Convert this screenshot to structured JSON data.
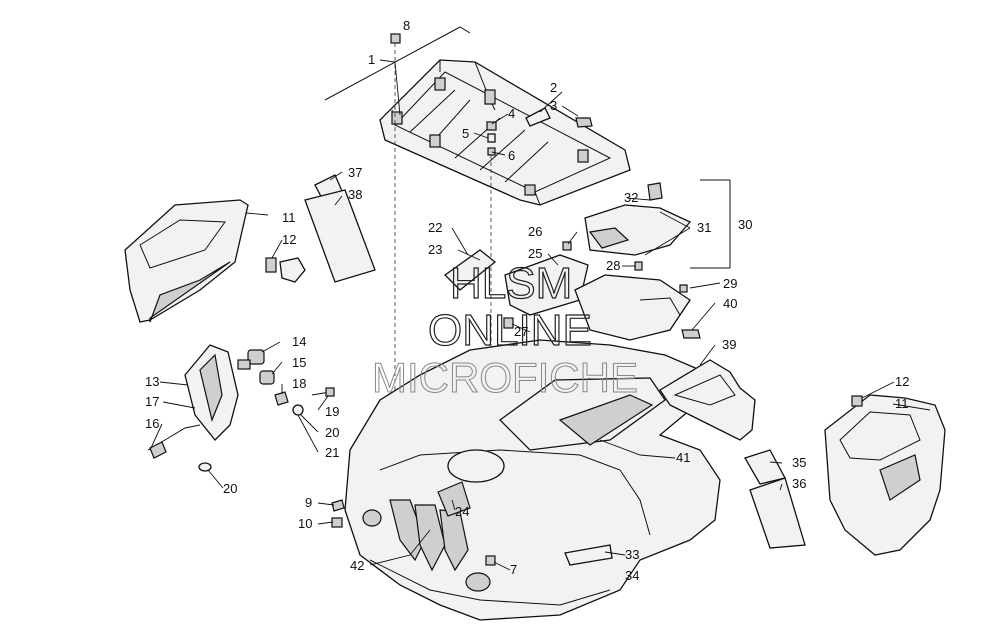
{
  "watermark": {
    "line1": "HLSM",
    "line2": "ONLINE",
    "line3": "MICROFICHE"
  },
  "callouts": [
    {
      "id": "c1",
      "label": "1"
    },
    {
      "id": "c2",
      "label": "2"
    },
    {
      "id": "c3",
      "label": "3"
    },
    {
      "id": "c4",
      "label": "4"
    },
    {
      "id": "c5",
      "label": "5"
    },
    {
      "id": "c6",
      "label": "6"
    },
    {
      "id": "c7",
      "label": "7"
    },
    {
      "id": "c8",
      "label": "8"
    },
    {
      "id": "c9",
      "label": "9"
    },
    {
      "id": "c10",
      "label": "10"
    },
    {
      "id": "c11a",
      "label": "11"
    },
    {
      "id": "c11b",
      "label": "11"
    },
    {
      "id": "c12a",
      "label": "12"
    },
    {
      "id": "c12b",
      "label": "12"
    },
    {
      "id": "c13",
      "label": "13"
    },
    {
      "id": "c14",
      "label": "14"
    },
    {
      "id": "c15",
      "label": "15"
    },
    {
      "id": "c16",
      "label": "16"
    },
    {
      "id": "c17",
      "label": "17"
    },
    {
      "id": "c18",
      "label": "18"
    },
    {
      "id": "c19",
      "label": "19"
    },
    {
      "id": "c20a",
      "label": "20"
    },
    {
      "id": "c20b",
      "label": "20"
    },
    {
      "id": "c21",
      "label": "21"
    },
    {
      "id": "c22",
      "label": "22"
    },
    {
      "id": "c23",
      "label": "23"
    },
    {
      "id": "c24",
      "label": "24"
    },
    {
      "id": "c25",
      "label": "25"
    },
    {
      "id": "c26",
      "label": "26"
    },
    {
      "id": "c27",
      "label": "27"
    },
    {
      "id": "c28",
      "label": "28"
    },
    {
      "id": "c29",
      "label": "29"
    },
    {
      "id": "c30",
      "label": "30"
    },
    {
      "id": "c31",
      "label": "31"
    },
    {
      "id": "c32",
      "label": "32"
    },
    {
      "id": "c33",
      "label": "33"
    },
    {
      "id": "c34",
      "label": "34"
    },
    {
      "id": "c35",
      "label": "35"
    },
    {
      "id": "c36",
      "label": "36"
    },
    {
      "id": "c37",
      "label": "37"
    },
    {
      "id": "c38",
      "label": "38"
    },
    {
      "id": "c39",
      "label": "39"
    },
    {
      "id": "c40",
      "label": "40"
    },
    {
      "id": "c41",
      "label": "41"
    },
    {
      "id": "c42",
      "label": "42"
    }
  ]
}
